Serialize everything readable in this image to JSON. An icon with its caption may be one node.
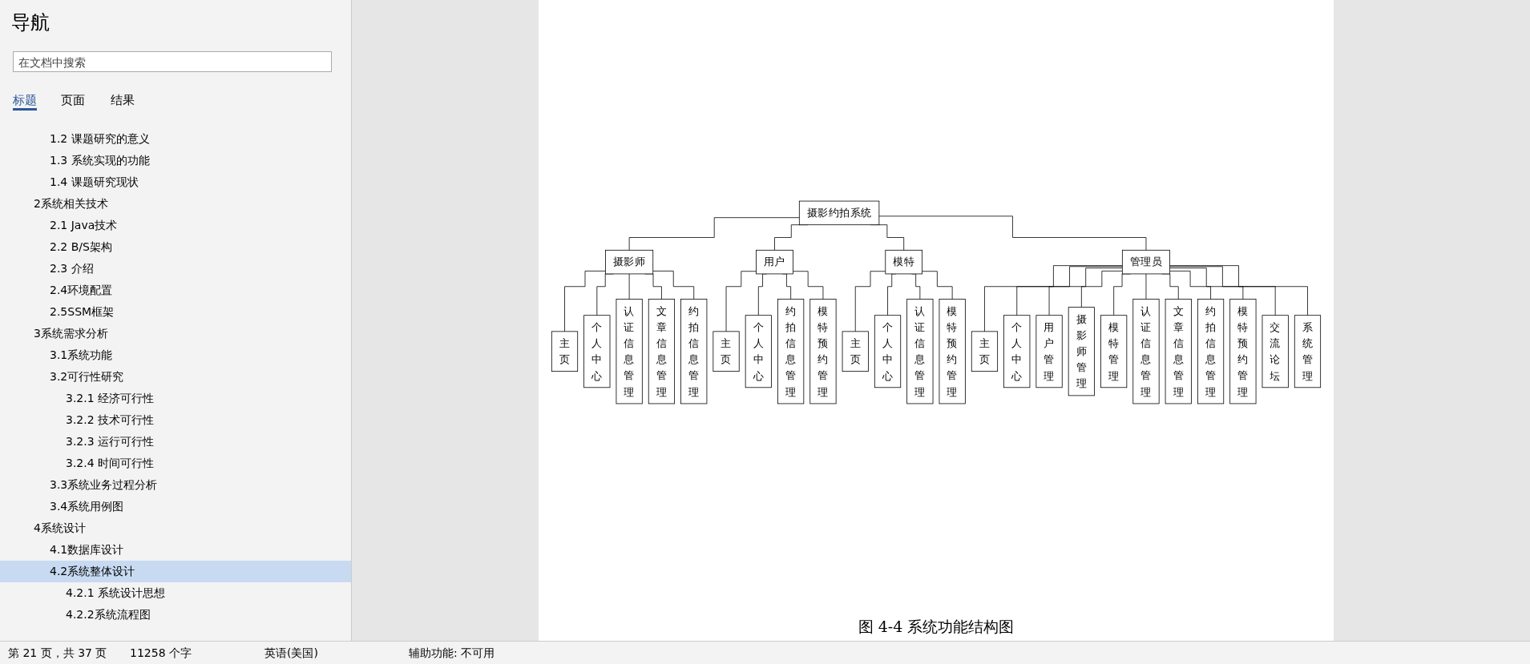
{
  "diagram": {
    "caption": "图 4-4 系统功能结构图",
    "nodes": [
      {
        "text": [
          "摄影约拍系统"
        ]
      },
      {
        "text": [
          "摄影师"
        ]
      },
      {
        "text": [
          "主页"
        ]
      },
      {
        "text": [
          "个人中心"
        ]
      },
      {
        "text": [
          "认证信息管理"
        ]
      },
      {
        "text": [
          "文章信息管理"
        ]
      },
      {
        "text": [
          "约拍信息管理"
        ]
      },
      {
        "text": [
          "用户"
        ]
      },
      {
        "text": [
          "模特"
        ]
      },
      {
        "text": [
          "主页"
        ]
      },
      {
        "text": [
          "个人中心"
        ]
      },
      {
        "text": [
          "约拍信息管理"
        ]
      },
      {
        "text": [
          "模特预约管理"
        ]
      },
      {
        "text": [
          "主页"
        ]
      },
      {
        "text": [
          "个人中心"
        ]
      },
      {
        "text": [
          "认证信息管理"
        ]
      },
      {
        "text": [
          "模特预约管理"
        ]
      },
      {
        "text": [
          "管理员"
        ]
      },
      {
        "text": [
          "主页"
        ]
      },
      {
        "text": [
          "个人中心"
        ]
      },
      {
        "text": [
          "用户管理"
        ]
      },
      {
        "text": [
          "摄影师管理"
        ]
      },
      {
        "text": [
          "模特管理"
        ]
      },
      {
        "text": [
          "认证信息管理"
        ]
      },
      {
        "text": [
          "文章信息管理"
        ]
      },
      {
        "text": [
          "约拍信息管理"
        ]
      },
      {
        "text": [
          "模特预约管理"
        ]
      },
      {
        "text": [
          "交流论坛"
        ]
      },
      {
        "text": [
          "系统管理"
        ]
      }
    ],
    "edges": [
      {
        "from": 0,
        "to": 1,
        "arrow": "none"
      },
      {
        "from": 1,
        "to": 2,
        "arrow": "none"
      },
      {
        "from": 1,
        "to": 3,
        "arrow": "none"
      },
      {
        "from": 1,
        "to": 4,
        "arrow": "none"
      },
      {
        "from": 1,
        "to": 5,
        "arrow": "none"
      },
      {
        "from": 1,
        "to": 6,
        "arrow": "none"
      },
      {
        "from": 0,
        "to": 7,
        "arrow": "none"
      },
      {
        "from": 0,
        "to": 8,
        "arrow": "none"
      },
      {
        "from": 7,
        "to": 9,
        "arrow": "none"
      },
      {
        "from": 7,
        "to": 10,
        "arrow": "none"
      },
      {
        "from": 7,
        "to": 11,
        "arrow": "none"
      },
      {
        "from": 7,
        "to": 12,
        "arrow": "none"
      },
      {
        "from": 8,
        "to": 13,
        "arrow": "none"
      },
      {
        "from": 8,
        "to": 14,
        "arrow": "none"
      },
      {
        "from": 8,
        "to": 15,
        "arrow": "none"
      },
      {
        "from": 8,
        "to": 16,
        "arrow": "none"
      },
      {
        "from": 0,
        "to": 17,
        "arrow": "none"
      },
      {
        "from": 17,
        "to": 18,
        "arrow": "none"
      },
      {
        "from": 17,
        "to": 19,
        "arrow": "none"
      },
      {
        "from": 17,
        "to": 20,
        "arrow": "none"
      },
      {
        "from": 17,
        "to": 21,
        "arrow": "none"
      },
      {
        "from": 17,
        "to": 22,
        "arrow": "none"
      },
      {
        "from": 17,
        "to": 23,
        "arrow": "none"
      },
      {
        "from": 17,
        "to": 24,
        "arrow": "none"
      },
      {
        "from": 17,
        "to": 25,
        "arrow": "none"
      },
      {
        "from": 17,
        "to": 26,
        "arrow": "none"
      },
      {
        "from": 17,
        "to": 27,
        "arrow": "none"
      },
      {
        "from": 17,
        "to": 28,
        "arrow": "none"
      }
    ],
    "labels": [
      "导航",
      "在文档中搜索",
      "标题",
      "页面",
      "结果",
      "1.2 课题研究的意义",
      "1.3 系统实现的功能",
      "1.4 课题研究现状",
      "2系统相关技术",
      "2.1 Java技术",
      "2.2 B/S架构",
      "2.3 介绍",
      "2.4环境配置",
      "2.5SSM框架",
      "3系统需求分析",
      "3.1系统功能",
      "3.2可行性研究",
      "3.2.1 经济可行性",
      "3.2.2 技术可行性",
      "3.2.3 运行可行性",
      "3.2.4 时间可行性",
      "3.3系统业务过程分析",
      "3.4系统用例图",
      "4系统设计",
      "4.1数据库设计",
      "4.2系统整体设计",
      "4.2.1 系统设计思想",
      "4.2.2系统流程图",
      "第 21 页，共 37 页",
      "11258 个字",
      "英语(美国)",
      "辅助功能: 不可用"
    ]
  }
}
